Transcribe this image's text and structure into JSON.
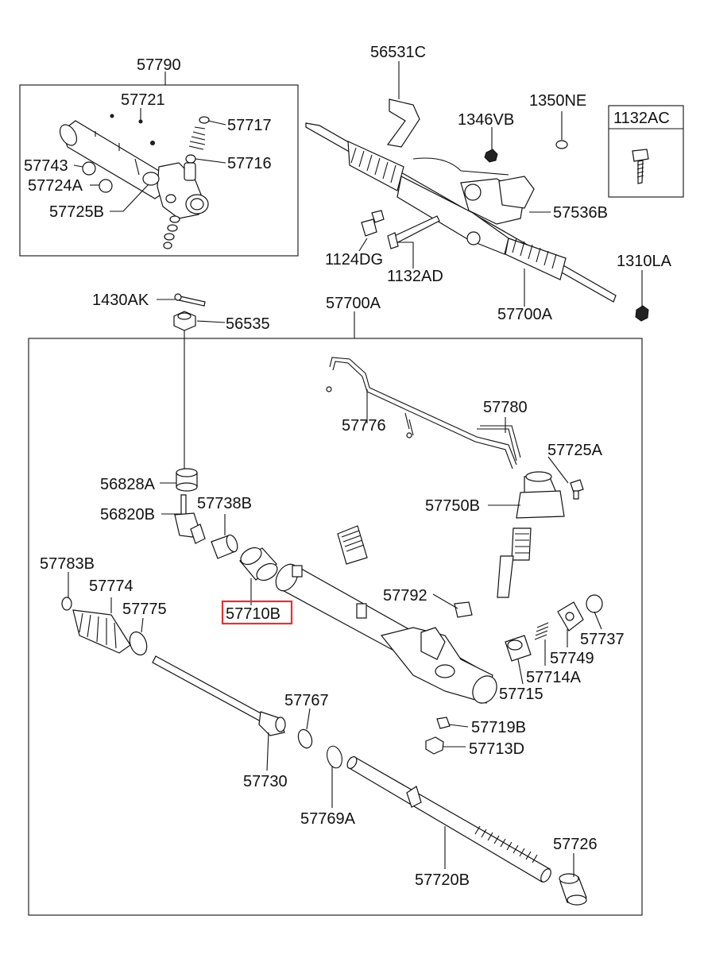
{
  "parts": {
    "p57790": "57790",
    "p57721": "57721",
    "p57717": "57717",
    "p57716": "57716",
    "p57743": "57743",
    "p57724A": "57724A",
    "p57725B": "57725B",
    "p56531C": "56531C",
    "p1346VB": "1346VB",
    "p1350NE": "1350NE",
    "p1132AC": "1132AC",
    "p57536B": "57536B",
    "p1124DG": "1124DG",
    "p1132AD": "1132AD",
    "p1310LA": "1310LA",
    "p57700A_top": "57700A",
    "p1430AK": "1430AK",
    "p56535": "56535",
    "p57700A_box": "57700A",
    "p57776": "57776",
    "p57780": "57780",
    "p57725A": "57725A",
    "p56828A": "56828A",
    "p56820B": "56820B",
    "p57738B": "57738B",
    "p57750B": "57750B",
    "p57783B": "57783B",
    "p57774": "57774",
    "p57775": "57775",
    "p57792": "57792",
    "p57710B": "57710B",
    "p57737": "57737",
    "p57749": "57749",
    "p57714A": "57714A",
    "p57715": "57715",
    "p57767": "57767",
    "p57719B": "57719B",
    "p57713D": "57713D",
    "p57730": "57730",
    "p57769A": "57769A",
    "p57726": "57726",
    "p57720B": "57720B"
  },
  "highlight": {
    "part": "57710B",
    "color": "#e53030"
  }
}
